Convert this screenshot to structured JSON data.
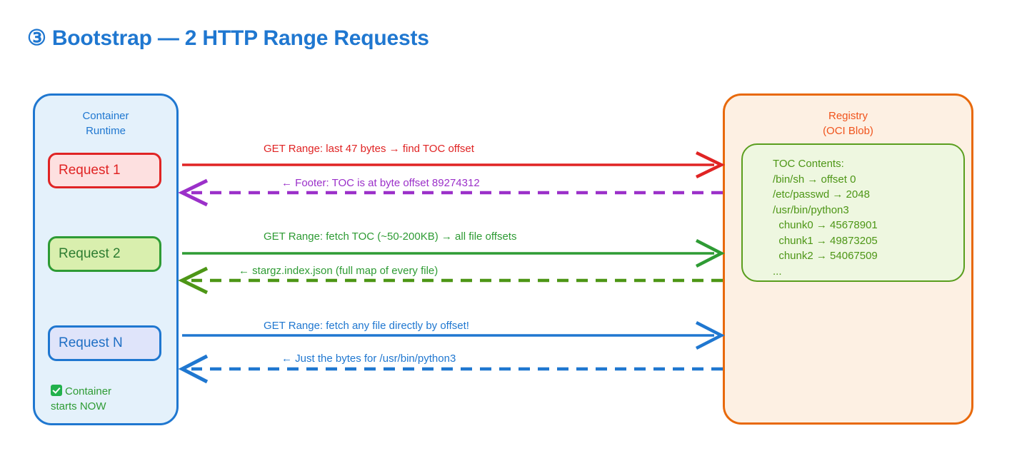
{
  "title": "③ Bootstrap — 2 HTTP Range Requests",
  "runtime": {
    "title": "Container\nRuntime",
    "requests": [
      {
        "label": "Request 1"
      },
      {
        "label": "Request 2"
      },
      {
        "label": "Request N"
      }
    ],
    "status": {
      "icon": "check-mark-button",
      "text": "Container\nstarts NOW"
    }
  },
  "registry": {
    "title": "Registry\n(OCI Blob)",
    "toc": "TOC Contents:\n/bin/sh → offset 0\n/etc/passwd → 2048\n/usr/bin/python3\n  chunk0 → 45678901\n  chunk1 → 49873205\n  chunk2 → 54067509\n..."
  },
  "arrows": [
    {
      "id": "req1-out",
      "label": "GET Range: last 47 bytes → find TOC offset",
      "color": "#e02424",
      "style": "solid",
      "direction": "right"
    },
    {
      "id": "req1-back",
      "label": "← Footer: TOC is at byte offset 89274312",
      "color": "#9b30c9",
      "style": "dashed",
      "direction": "left"
    },
    {
      "id": "req2-out",
      "label": "GET Range: fetch TOC (~50-200KB) → all file offsets",
      "color": "#2e9b34",
      "style": "solid",
      "direction": "right"
    },
    {
      "id": "req2-back",
      "label": "← stargz.index.json (full map of every file)",
      "color": "#4d9616",
      "style": "dashed",
      "direction": "left"
    },
    {
      "id": "reqn-out",
      "label": "GET Range: fetch any file directly by offset!",
      "color": "#1f77d0",
      "style": "solid",
      "direction": "right"
    },
    {
      "id": "reqn-back",
      "label": "← Just the bytes for /usr/bin/python3",
      "color": "#1f77d0",
      "style": "dashed",
      "direction": "left"
    }
  ],
  "colors": {
    "title": "#1f77d0",
    "runtime_border": "#1f77d0",
    "runtime_fill": "#e4f1fb",
    "registry_border": "#e8690b",
    "registry_fill": "#fdf0e3",
    "toc_border": "#5a9e1e",
    "toc_fill": "#eef7e0"
  }
}
